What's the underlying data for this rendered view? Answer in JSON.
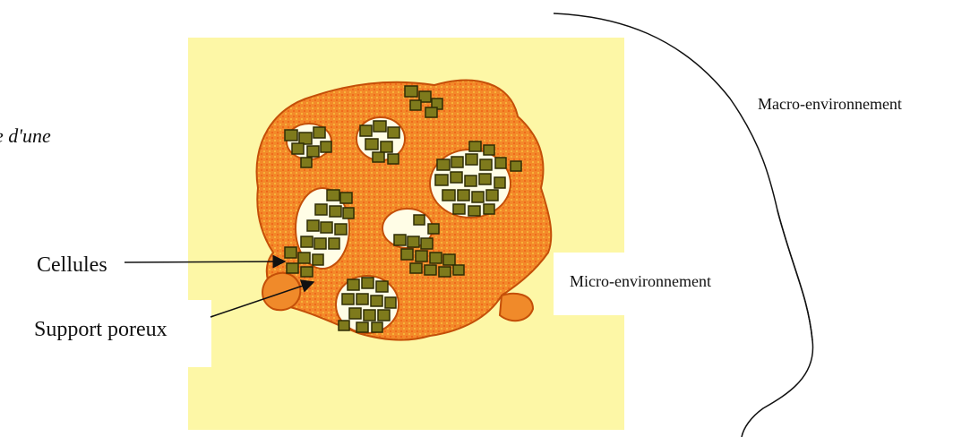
{
  "labels": {
    "truncated_caption": "e d'une",
    "cells": "Cellules",
    "porous_support": "Support poreux",
    "micro_environment": "Micro-environnement",
    "macro_environment": "Macro-environnement"
  },
  "colors": {
    "background_panel": "#fdf7a6",
    "scaffold_orange": "#f3892a",
    "scaffold_light": "#f7b33a",
    "cells_olive": "#7e7a1c",
    "cell_outline": "#2e2c05",
    "pore_fill": "#fffde6",
    "line": "#111111"
  }
}
